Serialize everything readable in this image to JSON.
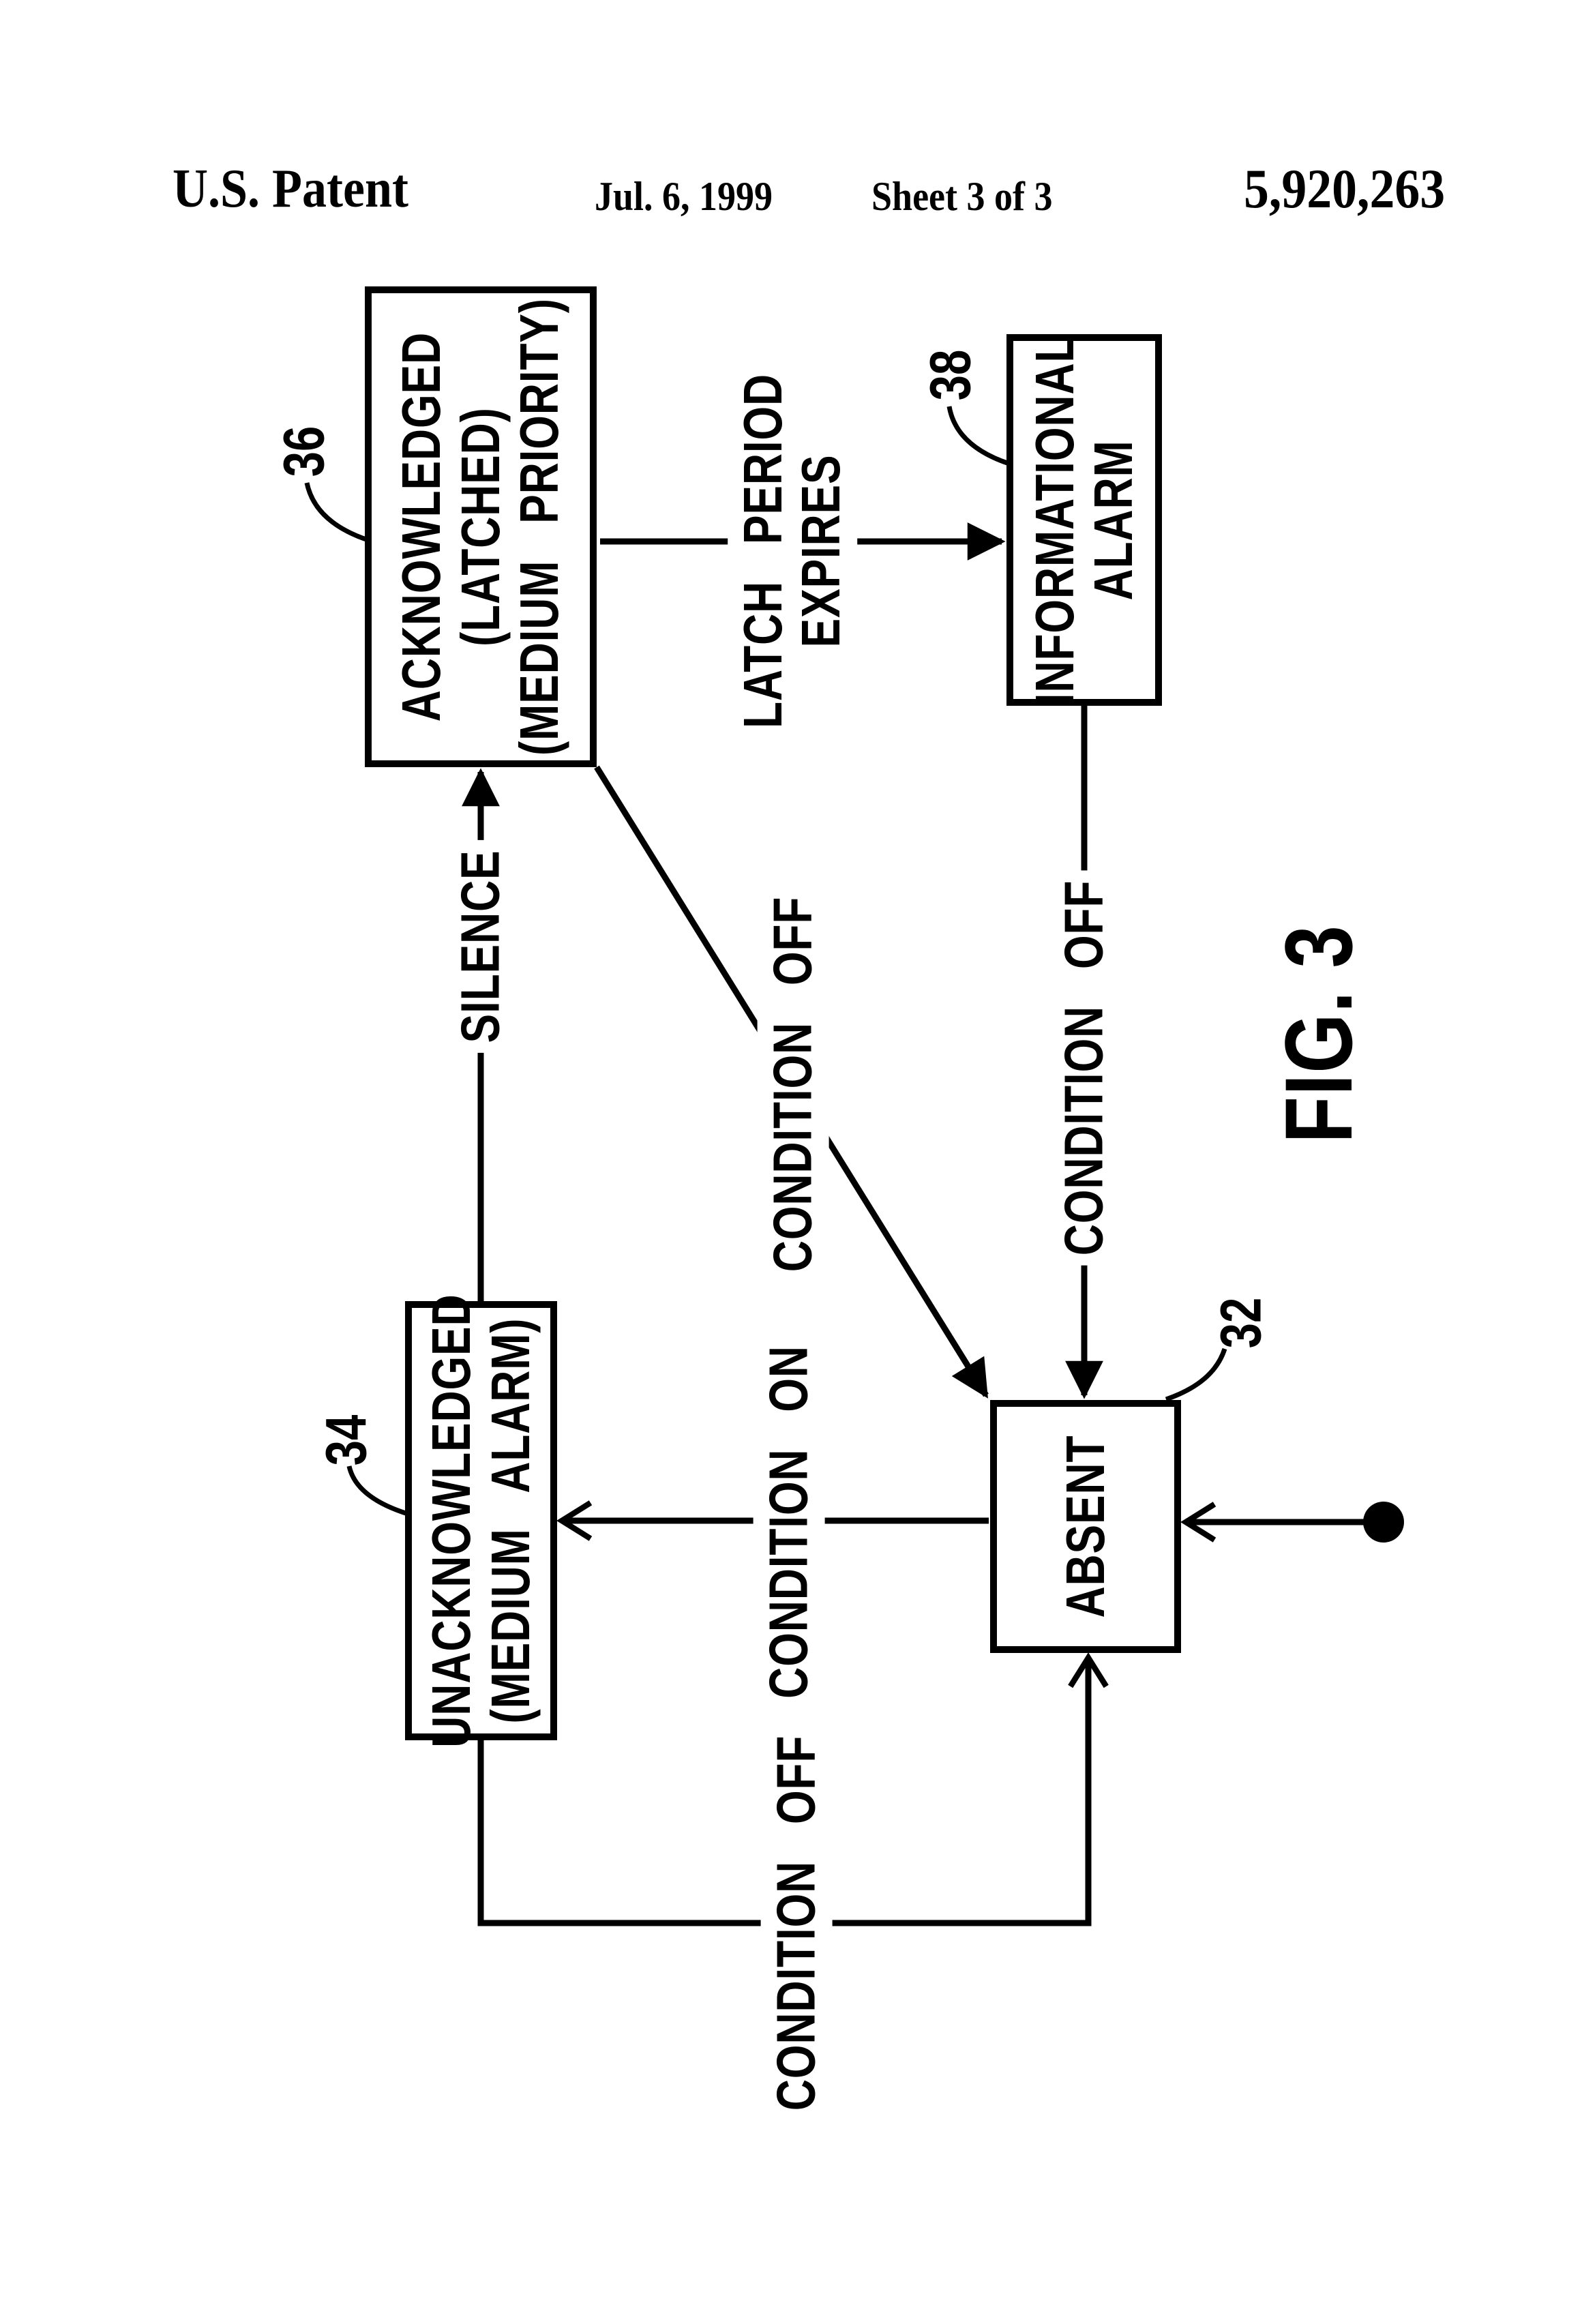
{
  "header": {
    "title": "U.S. Patent",
    "date": "Jul. 6, 1999",
    "sheet": "Sheet 3 of 3",
    "patent_number": "5,920,263"
  },
  "figure_label": "FIG. 3",
  "diagram": {
    "states": {
      "acknowledged": {
        "lines": [
          "ACKNOWLEDGED",
          "(LATCHED)",
          "(MEDIUM PRIORITY)"
        ],
        "ref": "36"
      },
      "unacknowledged": {
        "lines": [
          "UNACKNOWLEDGED",
          "(MEDIUM ALARM)"
        ],
        "ref": "34"
      },
      "informational_alarm": {
        "lines": [
          "INFORMATIONAL",
          "ALARM"
        ],
        "ref": "38"
      },
      "absent": {
        "lines": [
          "ABSENT"
        ],
        "ref": "32"
      }
    },
    "transitions": {
      "silence": "SILENCE",
      "latch_period_expires": [
        "LATCH PERIOD",
        "EXPIRES"
      ],
      "condition_off_ack": "CONDITION OFF",
      "condition_off_info": "CONDITION OFF",
      "condition_on": "CONDITION ON",
      "condition_off_unack": "CONDITION OFF"
    }
  }
}
